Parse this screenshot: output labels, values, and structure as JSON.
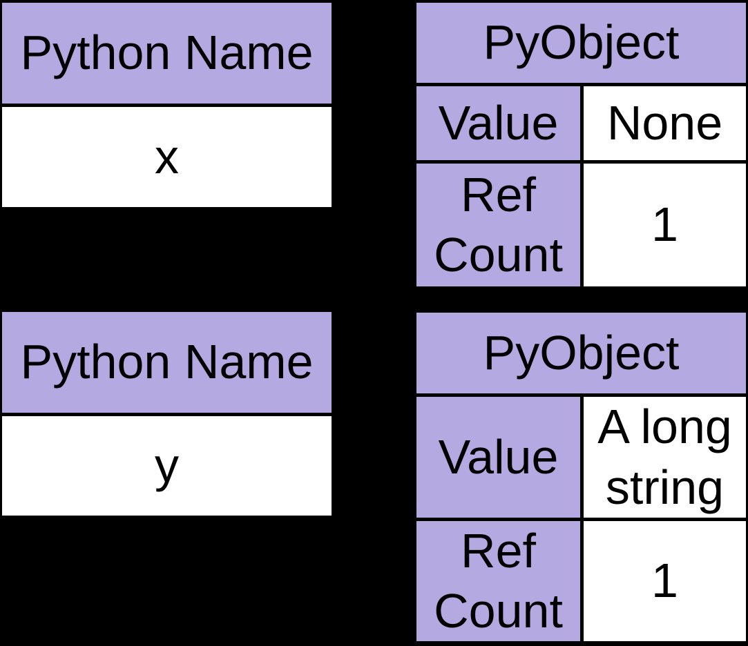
{
  "colors": {
    "background": "#000000",
    "purple": "#b5a9e1",
    "cell_white": "#ffffff",
    "border": "#000000",
    "text": "#000000"
  },
  "tables": {
    "name_x": {
      "header": "Python Name",
      "value": "x"
    },
    "obj_none": {
      "header": "PyObject",
      "rows": [
        {
          "label": "Value",
          "value": "None"
        },
        {
          "label": "Ref Count",
          "value": "1"
        }
      ]
    },
    "name_y": {
      "header": "Python Name",
      "value": "y"
    },
    "obj_string": {
      "header": "PyObject",
      "rows": [
        {
          "label": "Value",
          "value": "A long string"
        },
        {
          "label": "Ref Count",
          "value": "1"
        }
      ]
    }
  }
}
